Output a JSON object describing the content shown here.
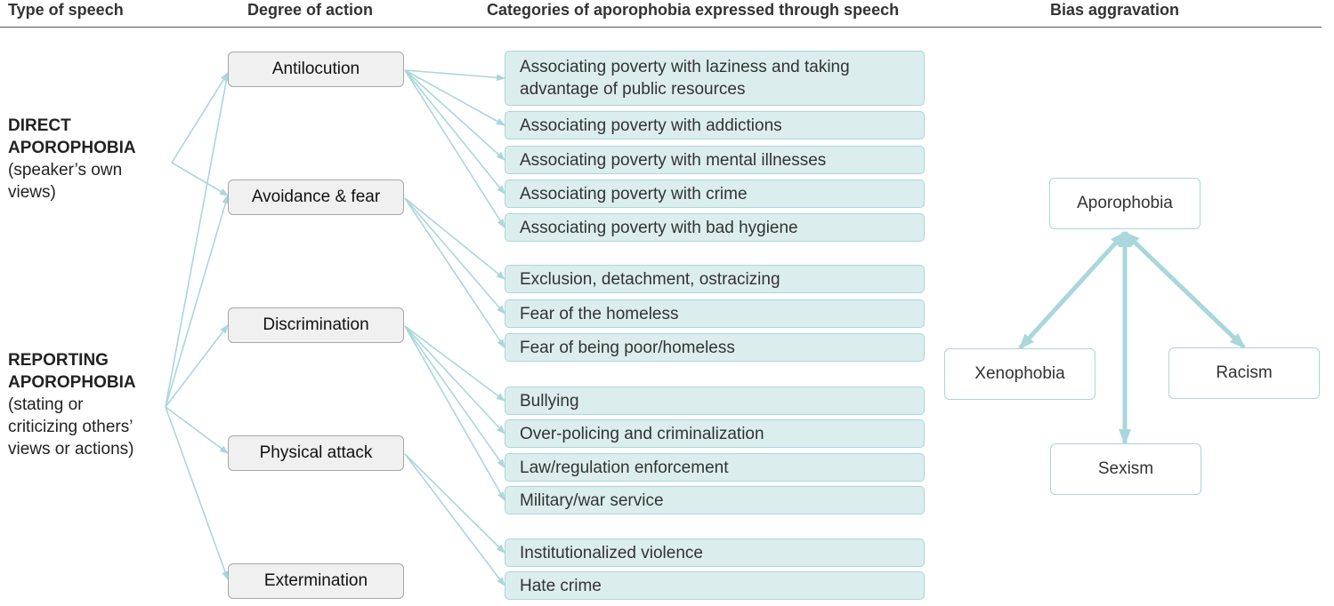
{
  "headers": {
    "type_of_speech": "Type of speech",
    "degree_of_action": "Degree of action",
    "categories": "Categories of aporophobia expressed through speech",
    "bias_aggravation": "Bias aggravation"
  },
  "speech_types": [
    {
      "title_line1": "DIRECT",
      "title_line2": "APOROPHOBIA",
      "sub_line1": "(speaker’s own",
      "sub_line2": "views)"
    },
    {
      "title_line1": "REPORTING",
      "title_line2": "APOROPHOBIA",
      "sub_line1": "(stating or",
      "sub_line2": "criticizing others’",
      "sub_line3": "views or actions)"
    }
  ],
  "degrees": [
    "Antilocution",
    "Avoidance & fear",
    "Discrimination",
    "Physical attack",
    "Extermination"
  ],
  "categories": [
    {
      "line1": "Associating poverty with laziness and taking",
      "line2": "advantage of public resources"
    },
    {
      "line1": "Associating poverty with addictions"
    },
    {
      "line1": "Associating poverty with mental illnesses"
    },
    {
      "line1": "Associating poverty with crime"
    },
    {
      "line1": "Associating poverty with bad hygiene"
    },
    {
      "line1": "Exclusion, detachment, ostracizing"
    },
    {
      "line1": "Fear of the homeless"
    },
    {
      "line1": "Fear of being poor/homeless"
    },
    {
      "line1": "Bullying"
    },
    {
      "line1": "Over-policing and criminalization"
    },
    {
      "line1": "Law/regulation enforcement"
    },
    {
      "line1": "Military/war service"
    },
    {
      "line1": "Institutionalized violence"
    },
    {
      "line1": "Hate crime"
    }
  ],
  "bias": {
    "center": "Aporophobia",
    "left": "Xenophobia",
    "right": "Racism",
    "bottom": "Sexism"
  },
  "colors": {
    "connector": "#a9d7db",
    "category_fill": "#dcedee",
    "degree_fill": "#f0f0f0",
    "degree_border": "#a7a7a7"
  }
}
